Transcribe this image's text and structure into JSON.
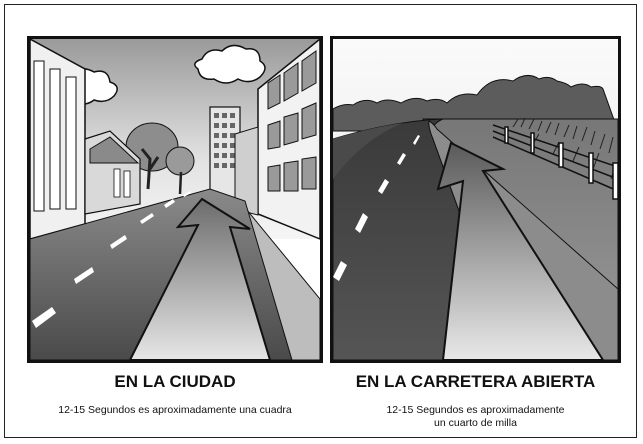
{
  "panels": [
    {
      "id": "city",
      "title": "EN LA CIUDAD",
      "caption_lines": [
        "12-15 Segundos es aproximadamente una cuadra"
      ]
    },
    {
      "id": "highway",
      "title": "EN LA CARRETERA ABIERTA",
      "caption_lines": [
        "12-15 Segundos es aproximadamente",
        "un cuarto de milla"
      ]
    }
  ],
  "colors": {
    "road": "#5a5a5a",
    "arrow_light": "#dcdcdc",
    "building": "#e8e8e8",
    "outline": "#111111",
    "lane_marking": "#ffffff"
  }
}
